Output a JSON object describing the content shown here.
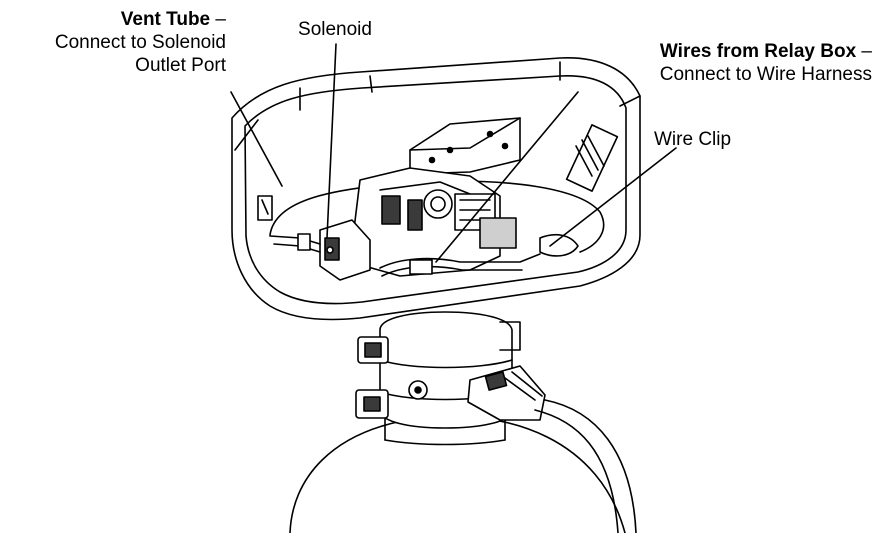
{
  "callouts": {
    "vent_tube": {
      "title": "Vent Tube",
      "dash": " –",
      "line2": "Connect to Solenoid",
      "line3": "Outlet Port"
    },
    "solenoid": {
      "title": "Solenoid"
    },
    "wires": {
      "title": "Wires from Relay Box",
      "dash": " –",
      "line2": "Connect to Wire Harness"
    },
    "wire_clip": {
      "title": "Wire Clip"
    }
  },
  "colors": {
    "line": "#000000",
    "fill": "#ffffff",
    "shade": "#cfcfcf",
    "dark": "#3a3a3a"
  }
}
